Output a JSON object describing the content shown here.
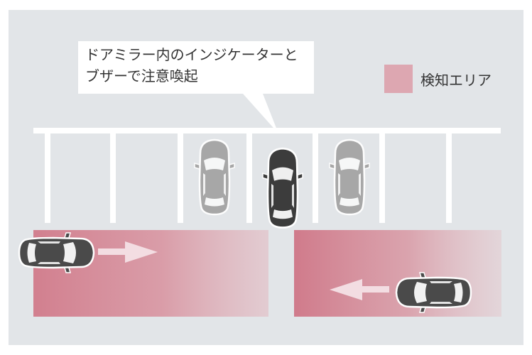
{
  "callout": {
    "line1": "ドアミラー内のインジケーターと",
    "line2": "ブザーで注意喚起"
  },
  "legend": {
    "label": "検知エリア",
    "swatch_color": "#dda7b1"
  },
  "colors": {
    "background": "#e2e5e8",
    "lines": "#ffffff",
    "detection_zone": "#d17a8a",
    "own_car": "#3c3c3c",
    "moving_car": "#4a4a4a",
    "parked_car": "#a4a4a4",
    "arrow": "#f3dde2"
  },
  "icons": {
    "own_car": "car-top-view-icon",
    "moving_car": "car-top-view-icon",
    "parked_car": "car-top-view-icon",
    "arrow_right": "arrow-right-icon",
    "arrow_left": "arrow-left-icon"
  }
}
